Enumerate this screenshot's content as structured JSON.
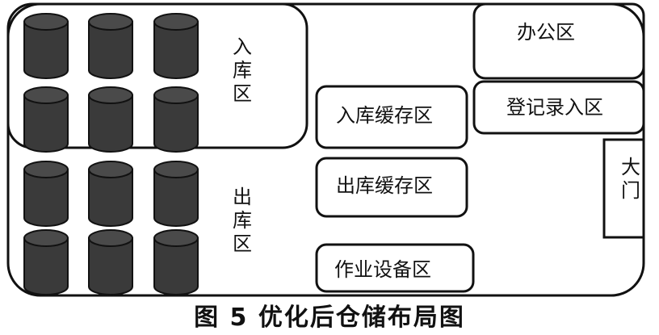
{
  "zones": {
    "inbound_storage": "入库区",
    "outbound_storage": "出库区",
    "office": "办公区",
    "registration_inbound": "登记录入区",
    "gate": "大门",
    "inbound_buffer": "入库缓存区",
    "outbound_buffer": "出库缓存区",
    "equipment": "作业设备区"
  },
  "caption": "图 5    优化后仓储布局图",
  "colors": {
    "barrel_fill": "#3a3a3a",
    "barrel_top": "#4a4a4a",
    "stroke": "#111111"
  }
}
